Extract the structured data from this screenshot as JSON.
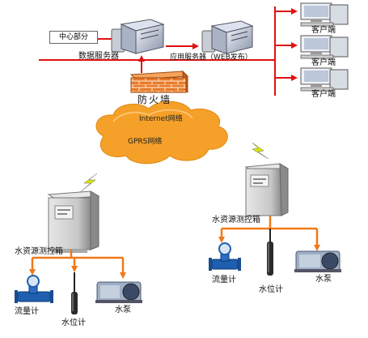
{
  "center_label": "中心部分",
  "data_server": "数据服务器",
  "app_server": "应用服务器（WEB发布）",
  "client_label": "客户端",
  "firewall": "防火墙",
  "internet": "Internet网络",
  "gprs": "GPRS网络",
  "station_box": "水资源测控箱",
  "flow_meter": "流量计",
  "level_meter": "水位计",
  "pump": "水泵",
  "colors": {
    "red_line": "#e01010",
    "orange_line": "#f07818",
    "cloud": "#f5a028",
    "brick": "#e87a2a",
    "cabinet": "#c9c9c9",
    "monitor": "#8090a8"
  }
}
